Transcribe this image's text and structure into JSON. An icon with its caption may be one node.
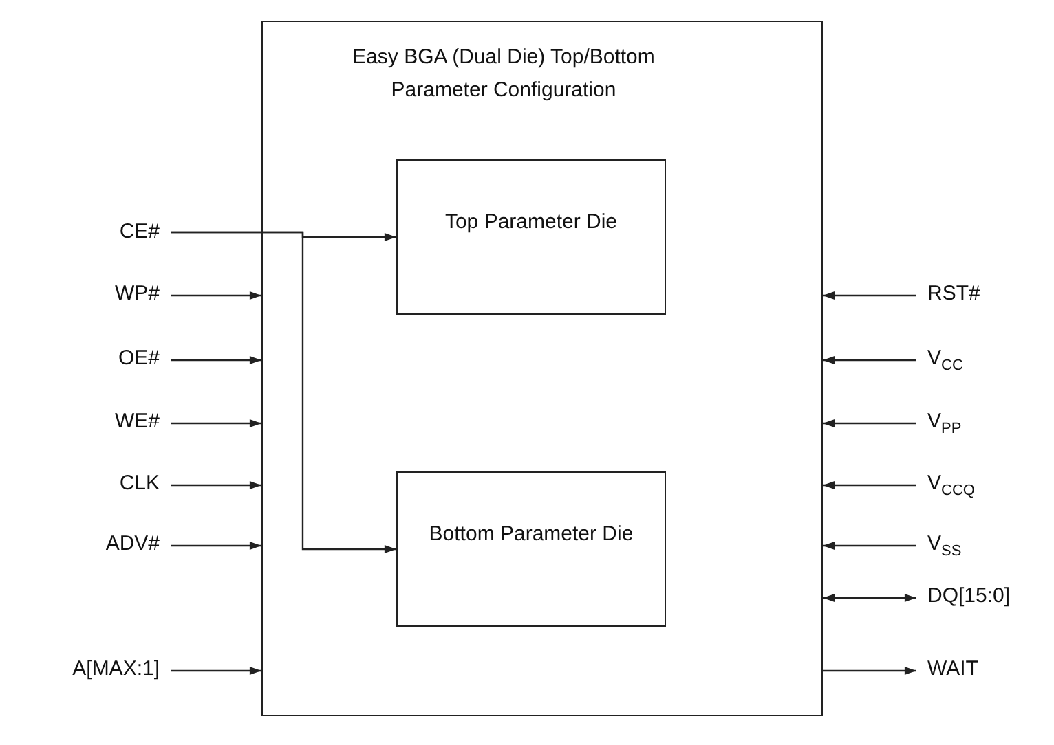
{
  "diagram": {
    "nodes": [
      {
        "text": [
          "Easy BGA (Dual Die) Top/Bottom Parameter Configuration"
        ]
      },
      {
        "text": [
          "Top Parameter Die"
        ],
        "in": 0
      },
      {
        "text": [
          "Bottom Parameter Die"
        ],
        "in": 0
      },
      {
        "text": [
          "CE#"
        ]
      },
      {
        "text": [
          "WP#"
        ]
      },
      {
        "text": [
          "OE#"
        ]
      },
      {
        "text": [
          "WE#"
        ]
      },
      {
        "text": [
          "CLK"
        ]
      },
      {
        "text": [
          "ADV#"
        ]
      },
      {
        "text": [
          "A[MAX:1]"
        ]
      },
      {
        "text": [
          "RST#"
        ]
      },
      {
        "text": [
          "V$_{CC}$"
        ]
      },
      {
        "text": [
          "V$_{PP}$"
        ]
      },
      {
        "text": [
          "V$_{CCQ}$"
        ]
      },
      {
        "text": [
          "V$_{SS}$"
        ]
      },
      {
        "text": [
          "DQ[15:0]"
        ]
      },
      {
        "text": [
          "WAIT"
        ]
      }
    ],
    "edges": [
      {
        "from": 3,
        "to": 1,
        "arrow": "to"
      },
      {
        "from": 3,
        "to": 2,
        "arrow": "to"
      },
      {
        "from": 4,
        "to": 0,
        "arrow": "to"
      },
      {
        "from": 5,
        "to": 0,
        "arrow": "to"
      },
      {
        "from": 6,
        "to": 0,
        "arrow": "to"
      },
      {
        "from": 7,
        "to": 0,
        "arrow": "to"
      },
      {
        "from": 8,
        "to": 0,
        "arrow": "to"
      },
      {
        "from": 9,
        "to": 0,
        "arrow": "to"
      },
      {
        "from": 10,
        "to": 0,
        "arrow": "to"
      },
      {
        "from": 11,
        "to": 0,
        "arrow": "to"
      },
      {
        "from": 12,
        "to": 0,
        "arrow": "to"
      },
      {
        "from": 13,
        "to": 0,
        "arrow": "to"
      },
      {
        "from": 14,
        "to": 0,
        "arrow": "to"
      },
      {
        "from": 15,
        "to": 0,
        "arrow": "both"
      },
      {
        "from": 0,
        "to": 16,
        "arrow": "to"
      }
    ]
  }
}
